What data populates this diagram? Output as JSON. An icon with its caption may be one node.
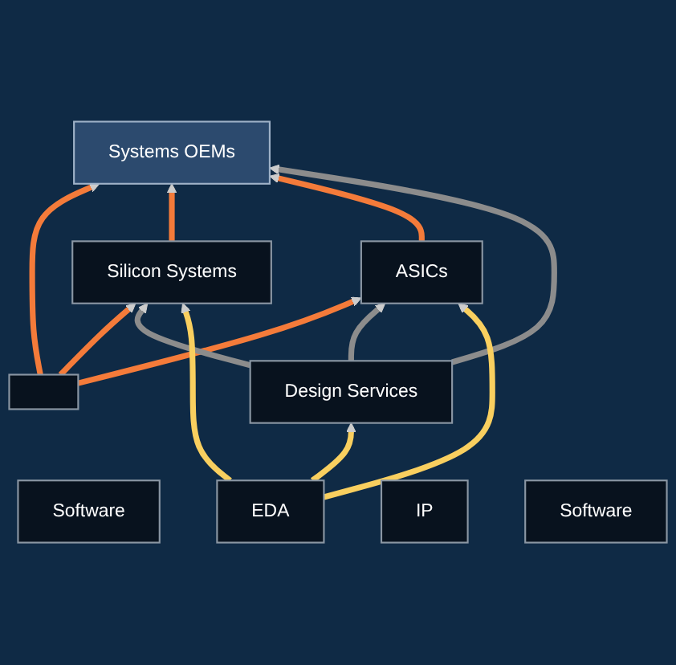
{
  "diagram": {
    "nodes": [
      {
        "text": [
          "Software"
        ]
      },
      {
        "text": [
          "Systems OEMs"
        ]
      },
      {
        "text": [
          "Silicon Systems"
        ]
      },
      {
        "text": [
          "ASICs"
        ]
      },
      {
        "text": [
          "Design Services"
        ]
      },
      {
        "text": [
          "EDA"
        ]
      },
      {
        "text": [
          "IP"
        ]
      },
      {
        "text": [
          "Software"
        ]
      },
      {
        "text": [],
        "shape": "box"
      }
    ],
    "edges": [
      {
        "from": 8,
        "to": 1,
        "arrow": "to"
      },
      {
        "from": 8,
        "to": 2,
        "arrow": "to"
      },
      {
        "from": 2,
        "to": 1,
        "arrow": "to"
      },
      {
        "from": 8,
        "to": 3,
        "arrow": "to"
      },
      {
        "from": 3,
        "to": 1,
        "arrow": "to"
      },
      {
        "from": 4,
        "to": 1,
        "arrow": "to",
        "color": "#8c8c8c"
      },
      {
        "from": 4,
        "to": 2,
        "arrow": "to",
        "color": "#8c8c8c"
      },
      {
        "from": 4,
        "to": 3,
        "arrow": "to",
        "color": "#8c8c8c"
      },
      {
        "from": 5,
        "to": 2,
        "arrow": "to",
        "color": "#f9cf5f"
      },
      {
        "from": 5,
        "to": 3,
        "arrow": "to",
        "color": "#f9cf5f"
      },
      {
        "from": 5,
        "to": 4,
        "arrow": "to",
        "color": "#f9cf5f"
      }
    ]
  }
}
